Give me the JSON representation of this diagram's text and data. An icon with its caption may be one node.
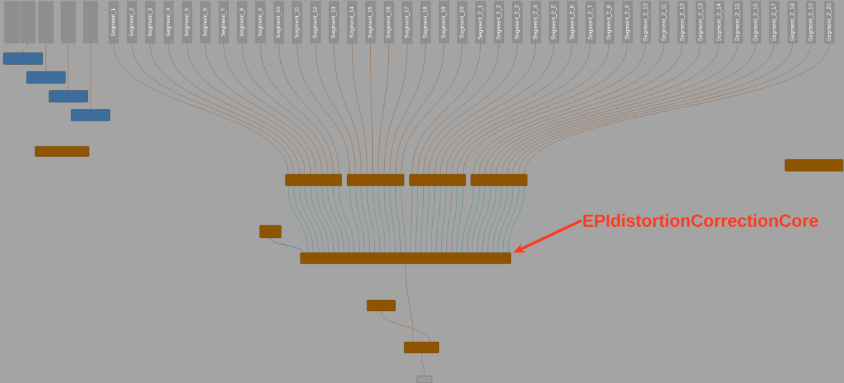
{
  "diagram": {
    "nodes": [
      {
        "text": [],
        "shape": "box"
      },
      {
        "text": [],
        "shape": "box"
      },
      {
        "text": [],
        "shape": "box"
      },
      {
        "text": [],
        "shape": "box"
      },
      {
        "text": [],
        "shape": "box"
      },
      {
        "text": [
          "Segment_1"
        ]
      },
      {
        "text": [
          "Segment_2"
        ]
      },
      {
        "text": [
          "Segment_3"
        ]
      },
      {
        "text": [
          "Segment_4"
        ]
      },
      {
        "text": [
          "Segment_5"
        ]
      },
      {
        "text": [
          "Segment_6"
        ]
      },
      {
        "text": [
          "Segment_7"
        ]
      },
      {
        "text": [
          "Segment_8"
        ]
      },
      {
        "text": [
          "Segment_9"
        ]
      },
      {
        "text": [
          "Segment_10"
        ]
      },
      {
        "text": [
          "Segment_11"
        ]
      },
      {
        "text": [
          "Segment_12"
        ]
      },
      {
        "text": [
          "Segment_13"
        ]
      },
      {
        "text": [
          "Segment_14"
        ]
      },
      {
        "text": [
          "Segment_15"
        ]
      },
      {
        "text": [
          "Segment_16"
        ]
      },
      {
        "text": [
          "Segment_17"
        ]
      },
      {
        "text": [
          "Segment_18"
        ]
      },
      {
        "text": [
          "Segment_19"
        ]
      },
      {
        "text": [
          "Segment_20"
        ]
      },
      {
        "text": [
          "Segment_2_1"
        ]
      },
      {
        "text": [
          "Segment_2_2"
        ]
      },
      {
        "text": [
          "Segment_2_3"
        ]
      },
      {
        "text": [
          "Segment_2_4"
        ]
      },
      {
        "text": [
          "Segment_2_5"
        ]
      },
      {
        "text": [
          "Segment_2_6"
        ]
      },
      {
        "text": [
          "Segment_2_7"
        ]
      },
      {
        "text": [
          "Segment_2_8"
        ]
      },
      {
        "text": [
          "Segment_2_9"
        ]
      },
      {
        "text": [
          "Segment_2_10"
        ]
      },
      {
        "text": [
          "Segment_2_11"
        ]
      },
      {
        "text": [
          "Segment_2_12"
        ]
      },
      {
        "text": [
          "Segment_2_13"
        ]
      },
      {
        "text": [
          "Segment_2_14"
        ]
      },
      {
        "text": [
          "Segment_2_15"
        ]
      },
      {
        "text": [
          "Segment_2_16"
        ]
      },
      {
        "text": [
          "Segment_2_17"
        ]
      },
      {
        "text": [
          "Segment_2_18"
        ]
      },
      {
        "text": [
          "Segment_2_19"
        ]
      },
      {
        "text": [
          "Segment_2_20"
        ]
      },
      {
        "text": [],
        "shape": "box"
      },
      {
        "text": [],
        "shape": "box"
      },
      {
        "text": [],
        "shape": "box"
      },
      {
        "text": [],
        "shape": "box"
      },
      {
        "text": [],
        "shape": "box"
      },
      {
        "text": [],
        "shape": "box"
      },
      {
        "text": [],
        "shape": "box"
      },
      {
        "text": [],
        "shape": "box"
      },
      {
        "text": [],
        "shape": "box"
      },
      {
        "text": [],
        "shape": "box"
      },
      {
        "text": [],
        "shape": "box"
      },
      {
        "text": [],
        "shape": "box"
      },
      {
        "text": [],
        "shape": "box"
      },
      {
        "text": [],
        "shape": "box"
      },
      {
        "text": [],
        "shape": "box"
      },
      {
        "text": [
          "EPIdistortionCorrectionCore"
        ]
      }
    ],
    "edges": [
      {
        "from": 5,
        "to": 51,
        "arrow": "none"
      },
      {
        "from": 6,
        "to": 51,
        "arrow": "none"
      },
      {
        "from": 7,
        "to": 51,
        "arrow": "none"
      },
      {
        "from": 8,
        "to": 51,
        "arrow": "none"
      },
      {
        "from": 9,
        "to": 51,
        "arrow": "none"
      },
      {
        "from": 10,
        "to": 51,
        "arrow": "none"
      },
      {
        "from": 11,
        "to": 51,
        "arrow": "none"
      },
      {
        "from": 12,
        "to": 51,
        "arrow": "none"
      },
      {
        "from": 13,
        "to": 51,
        "arrow": "none"
      },
      {
        "from": 14,
        "to": 51,
        "arrow": "none"
      },
      {
        "from": 15,
        "to": 52,
        "arrow": "none"
      },
      {
        "from": 16,
        "to": 52,
        "arrow": "none"
      },
      {
        "from": 17,
        "to": 52,
        "arrow": "none"
      },
      {
        "from": 18,
        "to": 52,
        "arrow": "none"
      },
      {
        "from": 19,
        "to": 52,
        "arrow": "none"
      },
      {
        "from": 20,
        "to": 52,
        "arrow": "none"
      },
      {
        "from": 21,
        "to": 52,
        "arrow": "none"
      },
      {
        "from": 22,
        "to": 52,
        "arrow": "none"
      },
      {
        "from": 23,
        "to": 52,
        "arrow": "none"
      },
      {
        "from": 24,
        "to": 52,
        "arrow": "none"
      },
      {
        "from": 25,
        "to": 53,
        "arrow": "none"
      },
      {
        "from": 26,
        "to": 53,
        "arrow": "none"
      },
      {
        "from": 27,
        "to": 53,
        "arrow": "none"
      },
      {
        "from": 28,
        "to": 53,
        "arrow": "none"
      },
      {
        "from": 29,
        "to": 53,
        "arrow": "none"
      },
      {
        "from": 30,
        "to": 53,
        "arrow": "none"
      },
      {
        "from": 31,
        "to": 53,
        "arrow": "none"
      },
      {
        "from": 32,
        "to": 53,
        "arrow": "none"
      },
      {
        "from": 33,
        "to": 53,
        "arrow": "none"
      },
      {
        "from": 34,
        "to": 53,
        "arrow": "none"
      },
      {
        "from": 35,
        "to": 54,
        "arrow": "none"
      },
      {
        "from": 36,
        "to": 54,
        "arrow": "none"
      },
      {
        "from": 37,
        "to": 54,
        "arrow": "none"
      },
      {
        "from": 38,
        "to": 54,
        "arrow": "none"
      },
      {
        "from": 39,
        "to": 54,
        "arrow": "none"
      },
      {
        "from": 40,
        "to": 54,
        "arrow": "none"
      },
      {
        "from": 41,
        "to": 54,
        "arrow": "none"
      },
      {
        "from": 42,
        "to": 54,
        "arrow": "none"
      },
      {
        "from": 43,
        "to": 54,
        "arrow": "none"
      },
      {
        "from": 44,
        "to": 54,
        "arrow": "none"
      },
      {
        "from": 1,
        "to": 45,
        "arrow": "none"
      },
      {
        "from": 2,
        "to": 46,
        "arrow": "none"
      },
      {
        "from": 3,
        "to": 47,
        "arrow": "none"
      },
      {
        "from": 4,
        "to": 48,
        "arrow": "none"
      },
      {
        "from": 55,
        "to": 56,
        "arrow": "none",
        "color": "#35608f"
      },
      {
        "from": 51,
        "to": 56,
        "arrow": "none",
        "color": "#4f8f8a"
      },
      {
        "from": 51,
        "to": 56,
        "arrow": "none",
        "color": "#4f8f8a"
      },
      {
        "from": 51,
        "to": 56,
        "arrow": "none",
        "color": "#4f8f8a"
      },
      {
        "from": 51,
        "to": 56,
        "arrow": "none",
        "color": "#4f8f8a"
      },
      {
        "from": 51,
        "to": 56,
        "arrow": "none",
        "color": "#4f8f8a"
      },
      {
        "from": 51,
        "to": 56,
        "arrow": "none",
        "color": "#4f8f8a"
      },
      {
        "from": 51,
        "to": 56,
        "arrow": "none",
        "color": "#4f8f8a"
      },
      {
        "from": 51,
        "to": 56,
        "arrow": "none",
        "color": "#4f8f8a"
      },
      {
        "from": 51,
        "to": 56,
        "arrow": "none",
        "color": "#4f8f8a"
      },
      {
        "from": 51,
        "to": 56,
        "arrow": "none",
        "color": "#4f8f8a"
      },
      {
        "from": 52,
        "to": 56,
        "arrow": "none",
        "color": "#4f8f8a"
      },
      {
        "from": 52,
        "to": 56,
        "arrow": "none",
        "color": "#4f8f8a"
      },
      {
        "from": 52,
        "to": 56,
        "arrow": "none",
        "color": "#4f8f8a"
      },
      {
        "from": 52,
        "to": 56,
        "arrow": "none",
        "color": "#4f8f8a"
      },
      {
        "from": 52,
        "to": 56,
        "arrow": "none",
        "color": "#4f8f8a"
      },
      {
        "from": 52,
        "to": 56,
        "arrow": "none",
        "color": "#4f8f8a"
      },
      {
        "from": 52,
        "to": 56,
        "arrow": "none",
        "color": "#4f8f8a"
      },
      {
        "from": 52,
        "to": 56,
        "arrow": "none",
        "color": "#4f8f8a"
      },
      {
        "from": 52,
        "to": 56,
        "arrow": "none",
        "color": "#4f8f8a"
      },
      {
        "from": 52,
        "to": 56,
        "arrow": "none",
        "color": "#4f8f8a"
      },
      {
        "from": 53,
        "to": 56,
        "arrow": "none",
        "color": "#4f8f8a"
      },
      {
        "from": 53,
        "to": 56,
        "arrow": "none",
        "color": "#4f8f8a"
      },
      {
        "from": 53,
        "to": 56,
        "arrow": "none",
        "color": "#4f8f8a"
      },
      {
        "from": 53,
        "to": 56,
        "arrow": "none",
        "color": "#4f8f8a"
      },
      {
        "from": 53,
        "to": 56,
        "arrow": "none",
        "color": "#4f8f8a"
      },
      {
        "from": 53,
        "to": 56,
        "arrow": "none",
        "color": "#4f8f8a"
      },
      {
        "from": 53,
        "to": 56,
        "arrow": "none",
        "color": "#4f8f8a"
      },
      {
        "from": 53,
        "to": 56,
        "arrow": "none",
        "color": "#4f8f8a"
      },
      {
        "from": 53,
        "to": 56,
        "arrow": "none",
        "color": "#4f8f8a"
      },
      {
        "from": 53,
        "to": 56,
        "arrow": "none",
        "color": "#4f8f8a"
      },
      {
        "from": 54,
        "to": 56,
        "arrow": "none",
        "color": "#4f8f8a"
      },
      {
        "from": 54,
        "to": 56,
        "arrow": "none",
        "color": "#4f8f8a"
      },
      {
        "from": 54,
        "to": 56,
        "arrow": "none",
        "color": "#4f8f8a"
      },
      {
        "from": 54,
        "to": 56,
        "arrow": "none",
        "color": "#4f8f8a"
      },
      {
        "from": 54,
        "to": 56,
        "arrow": "none",
        "color": "#4f8f8a"
      },
      {
        "from": 54,
        "to": 56,
        "arrow": "none",
        "color": "#4f8f8a"
      },
      {
        "from": 54,
        "to": 56,
        "arrow": "none",
        "color": "#4f8f8a"
      },
      {
        "from": 54,
        "to": 56,
        "arrow": "none",
        "color": "#4f8f8a"
      },
      {
        "from": 54,
        "to": 56,
        "arrow": "none",
        "color": "#4f8f8a"
      },
      {
        "from": 54,
        "to": 56,
        "arrow": "none",
        "color": "#4f8f8a"
      },
      {
        "from": 56,
        "to": 58,
        "arrow": "none"
      },
      {
        "from": 57,
        "to": 58,
        "arrow": "none"
      },
      {
        "from": 58,
        "to": 59,
        "arrow": "none"
      },
      {
        "from": 60,
        "to": 56,
        "arrow": "to",
        "style": "thick",
        "color": "#ff3b1f"
      }
    ]
  }
}
